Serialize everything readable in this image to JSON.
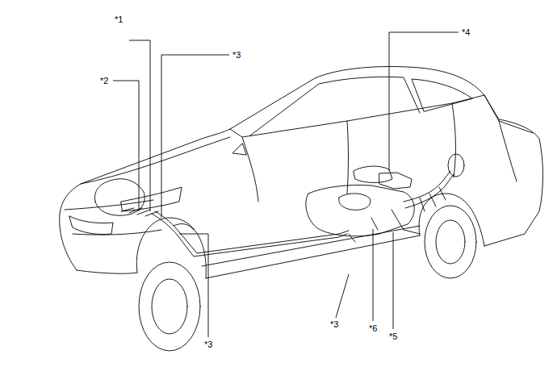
{
  "diagram": {
    "labels": [
      "*1",
      "*3",
      "*2",
      "*4",
      "*3",
      "*3",
      "*6",
      "*5"
    ]
  }
}
